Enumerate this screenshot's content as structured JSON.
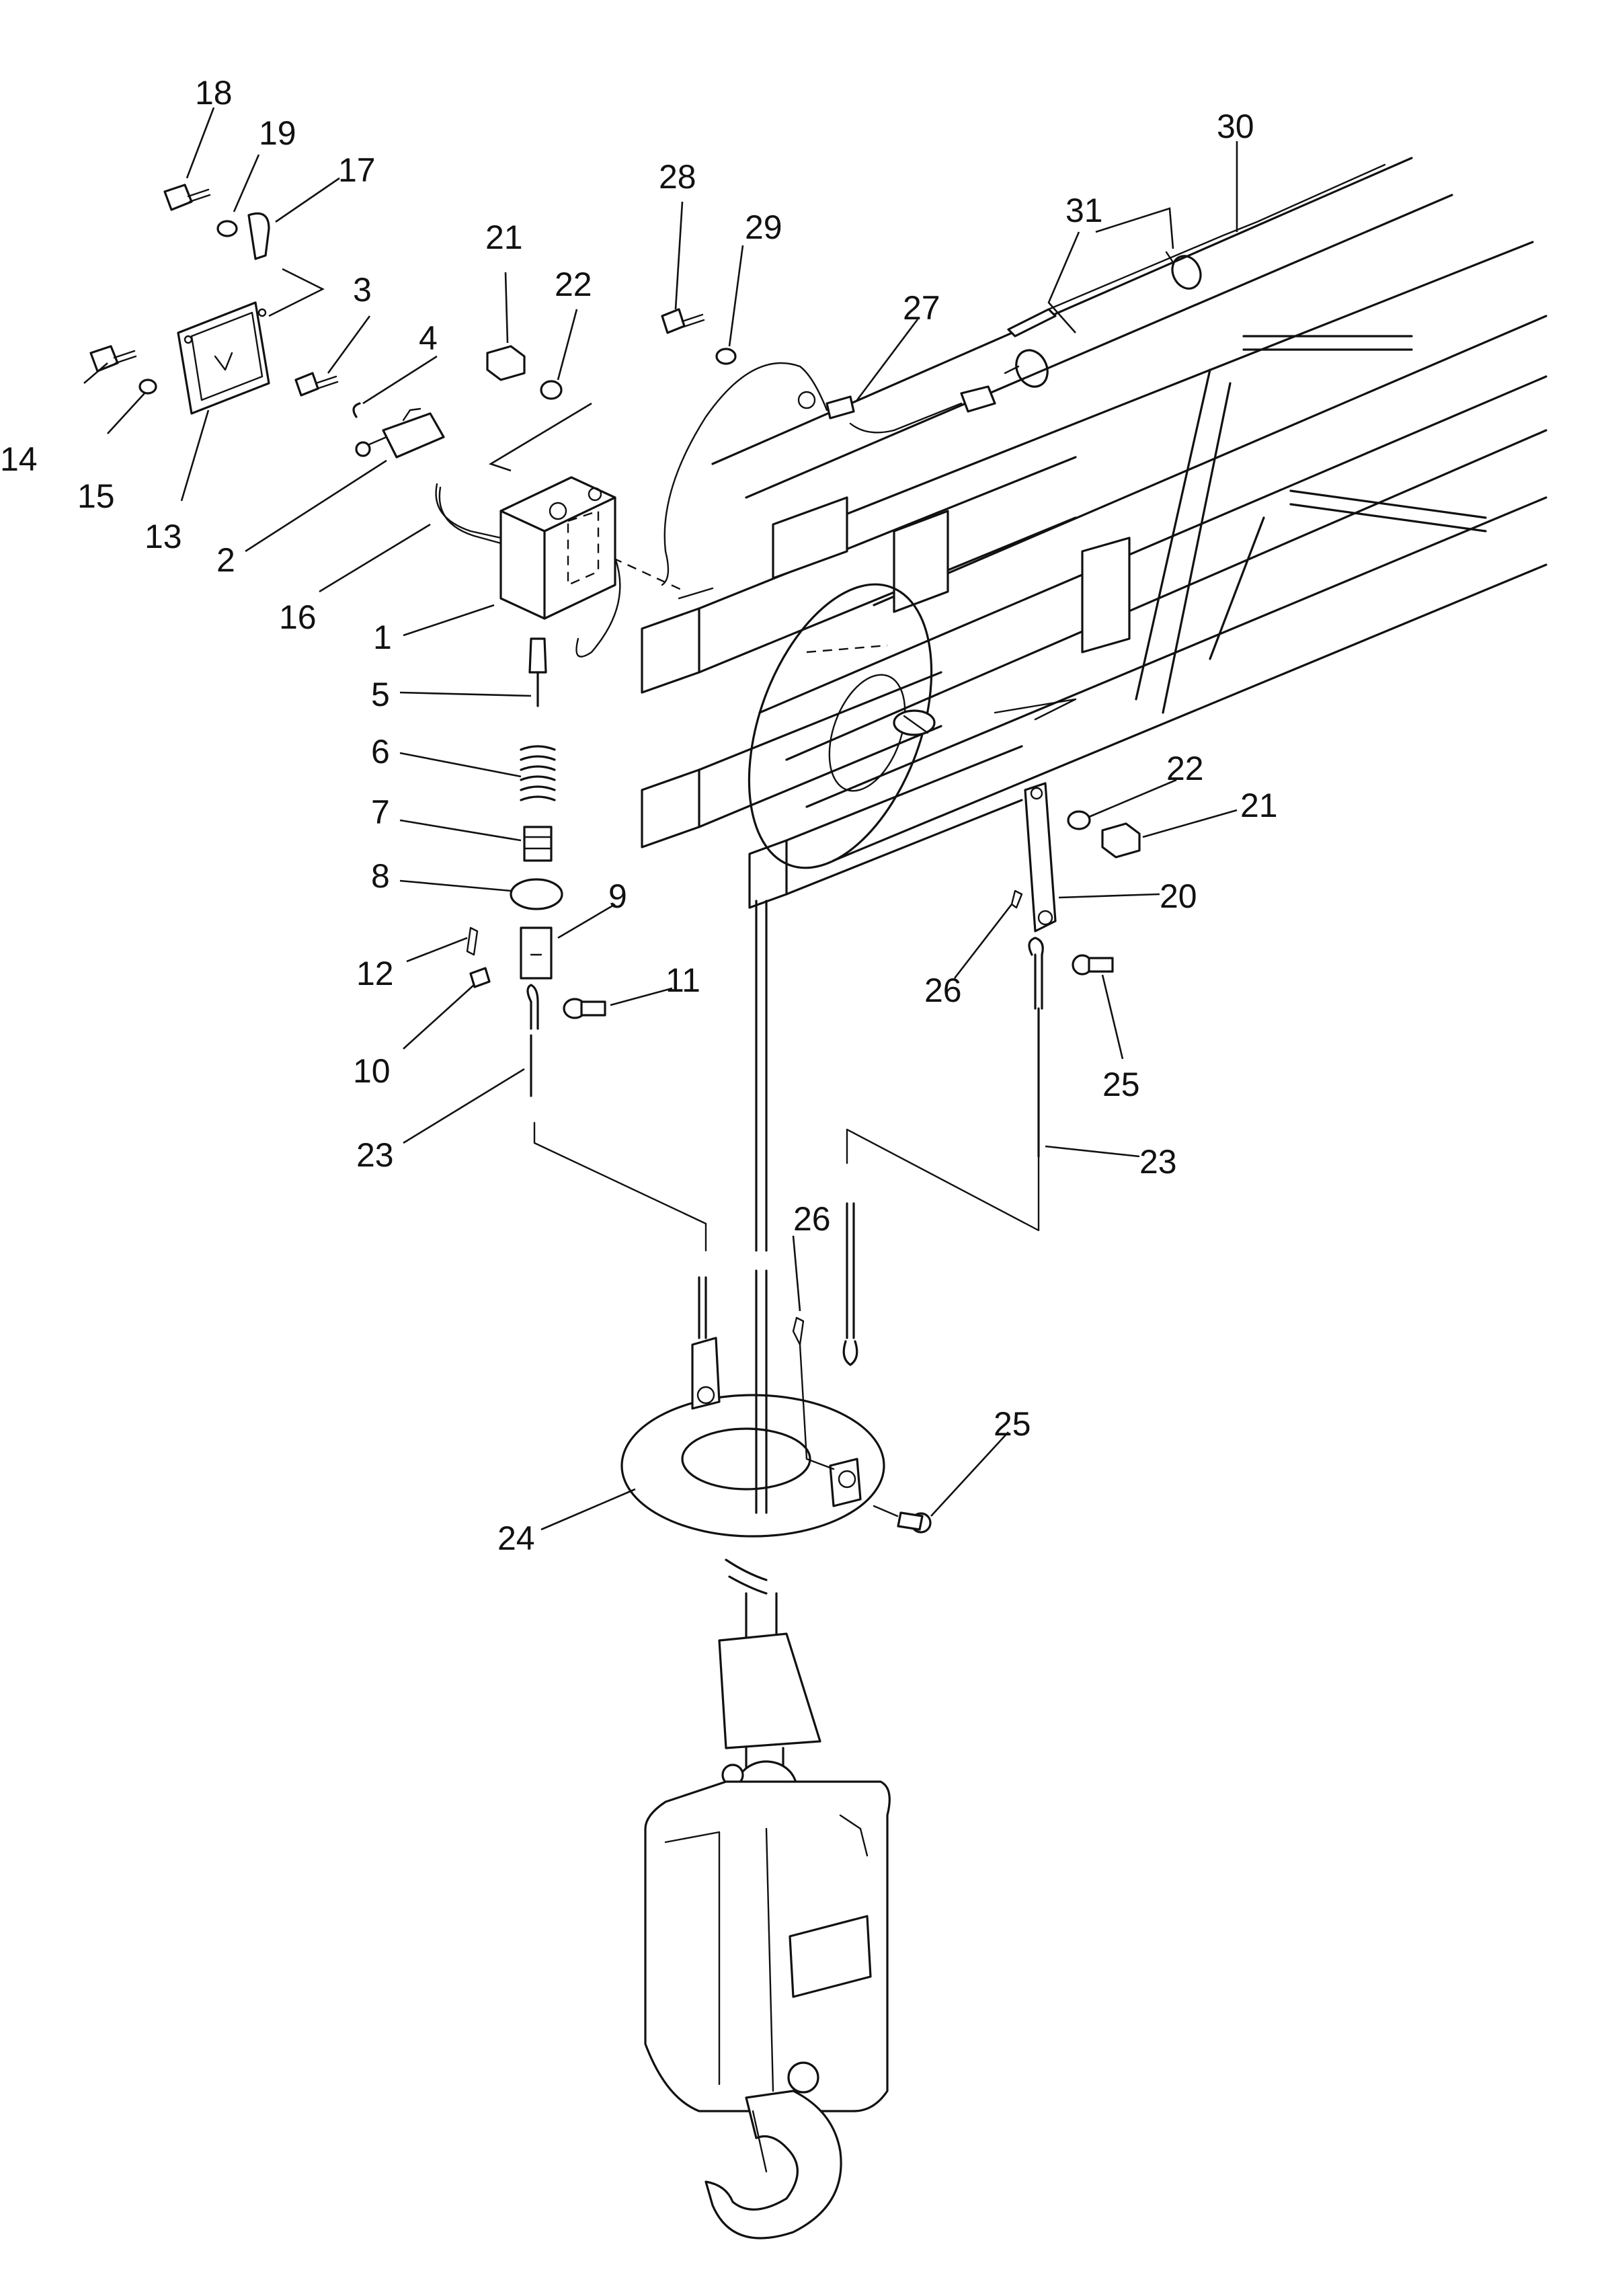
{
  "callouts": [
    {
      "id": "c1",
      "label": "1"
    },
    {
      "id": "c2",
      "label": "2"
    },
    {
      "id": "c3",
      "label": "3"
    },
    {
      "id": "c4",
      "label": "4"
    },
    {
      "id": "c5",
      "label": "5"
    },
    {
      "id": "c6",
      "label": "6"
    },
    {
      "id": "c7",
      "label": "7"
    },
    {
      "id": "c8",
      "label": "8"
    },
    {
      "id": "c9",
      "label": "9"
    },
    {
      "id": "c10",
      "label": "10"
    },
    {
      "id": "c11",
      "label": "11"
    },
    {
      "id": "c12",
      "label": "12"
    },
    {
      "id": "c13",
      "label": "13"
    },
    {
      "id": "c14",
      "label": "14"
    },
    {
      "id": "c15",
      "label": "15"
    },
    {
      "id": "c16",
      "label": "16"
    },
    {
      "id": "c17",
      "label": "17"
    },
    {
      "id": "c18",
      "label": "18"
    },
    {
      "id": "c19",
      "label": "19"
    },
    {
      "id": "c20",
      "label": "20"
    },
    {
      "id": "c21a",
      "label": "21"
    },
    {
      "id": "c21b",
      "label": "21"
    },
    {
      "id": "c22a",
      "label": "22"
    },
    {
      "id": "c22b",
      "label": "22"
    },
    {
      "id": "c23a",
      "label": "23"
    },
    {
      "id": "c23b",
      "label": "23"
    },
    {
      "id": "c24",
      "label": "24"
    },
    {
      "id": "c25a",
      "label": "25"
    },
    {
      "id": "c25b",
      "label": "25"
    },
    {
      "id": "c26a",
      "label": "26"
    },
    {
      "id": "c26b",
      "label": "26"
    },
    {
      "id": "c27",
      "label": "27"
    },
    {
      "id": "c28",
      "label": "28"
    },
    {
      "id": "c29",
      "label": "29"
    },
    {
      "id": "c30",
      "label": "30"
    },
    {
      "id": "c31",
      "label": "31"
    }
  ]
}
